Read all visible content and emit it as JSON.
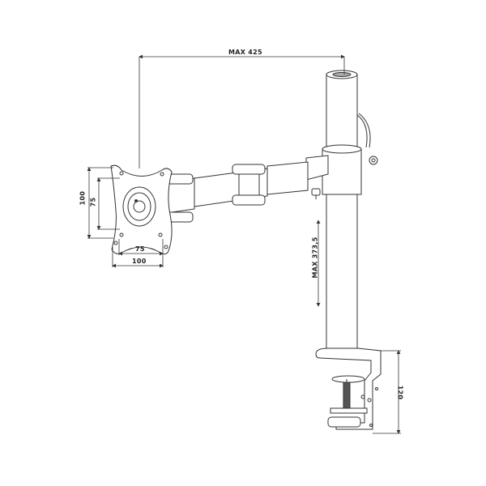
{
  "diagram": {
    "subject": "Single monitor desk mount arm with pole and desk clamp",
    "line_color": "#333333",
    "fill_color": "#ffffff",
    "dimensions": {
      "max_reach": "MAX 425",
      "max_height": "MAX 373,5",
      "clamp_height": "120",
      "vesa_outer_vertical": "100",
      "vesa_inner_vertical": "75",
      "vesa_inner_horizontal": "75",
      "vesa_outer_horizontal": "100"
    }
  }
}
